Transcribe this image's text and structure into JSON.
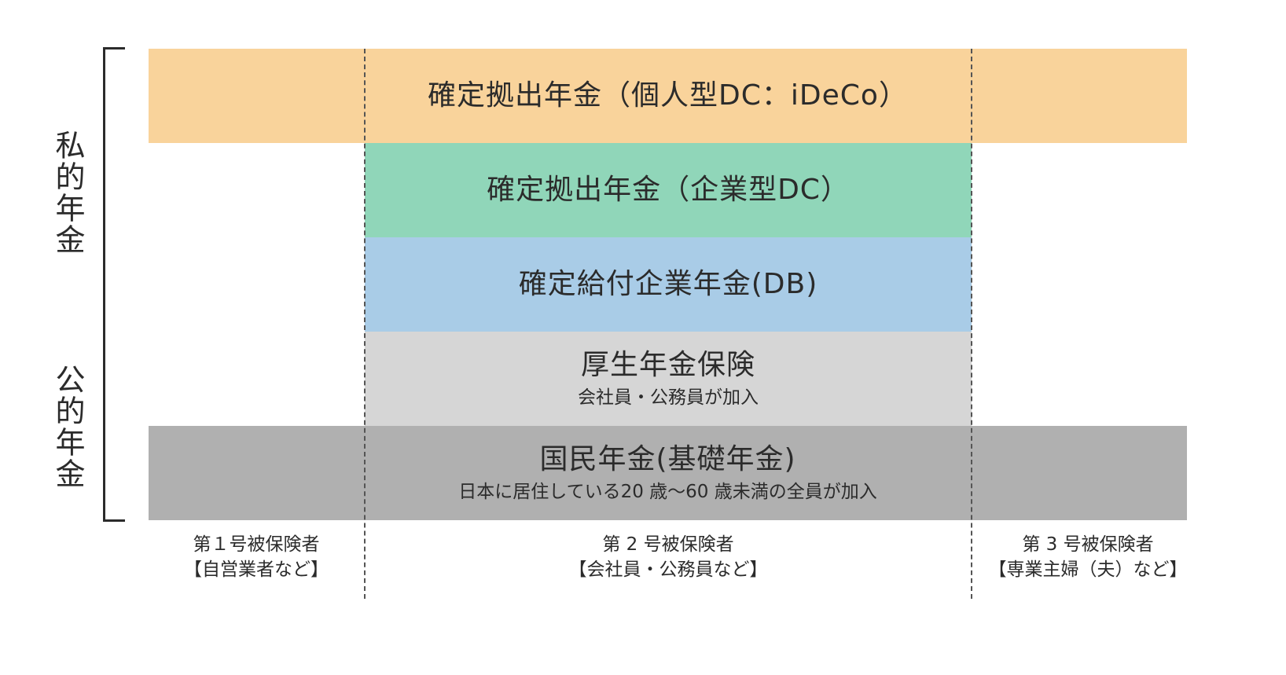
{
  "side_labels": {
    "private": "私的年金",
    "public": "公的年金"
  },
  "bands": {
    "ideco": {
      "title": "確定拠出年金（個人型DC：iDeCo）"
    },
    "corporate_dc": {
      "title": "確定拠出年金（企業型DC）"
    },
    "db": {
      "title": "確定給付企業年金(DB)"
    },
    "kousei": {
      "title": "厚生年金保険",
      "subtitle": "会社員・公務員が加入"
    },
    "kokumin": {
      "title": "国民年金(基礎年金)",
      "subtitle": "日本に居住している20 歳～60 歳未満の全員が加入"
    }
  },
  "insured": {
    "first": {
      "line1": "第１号被保険者",
      "line2": "【自営業者など】"
    },
    "second": {
      "line1": "第 2 号被保険者",
      "line2": "【会社員・公務員など】"
    },
    "third": {
      "line1": "第 3 号被保険者",
      "line2": "【専業主婦（夫）など】"
    }
  },
  "colors": {
    "ideco": "#f9d39b",
    "corporate_dc": "#90d6b9",
    "db": "#a9cce7",
    "kousei": "#d6d6d6",
    "kokumin": "#b0b0b0"
  }
}
